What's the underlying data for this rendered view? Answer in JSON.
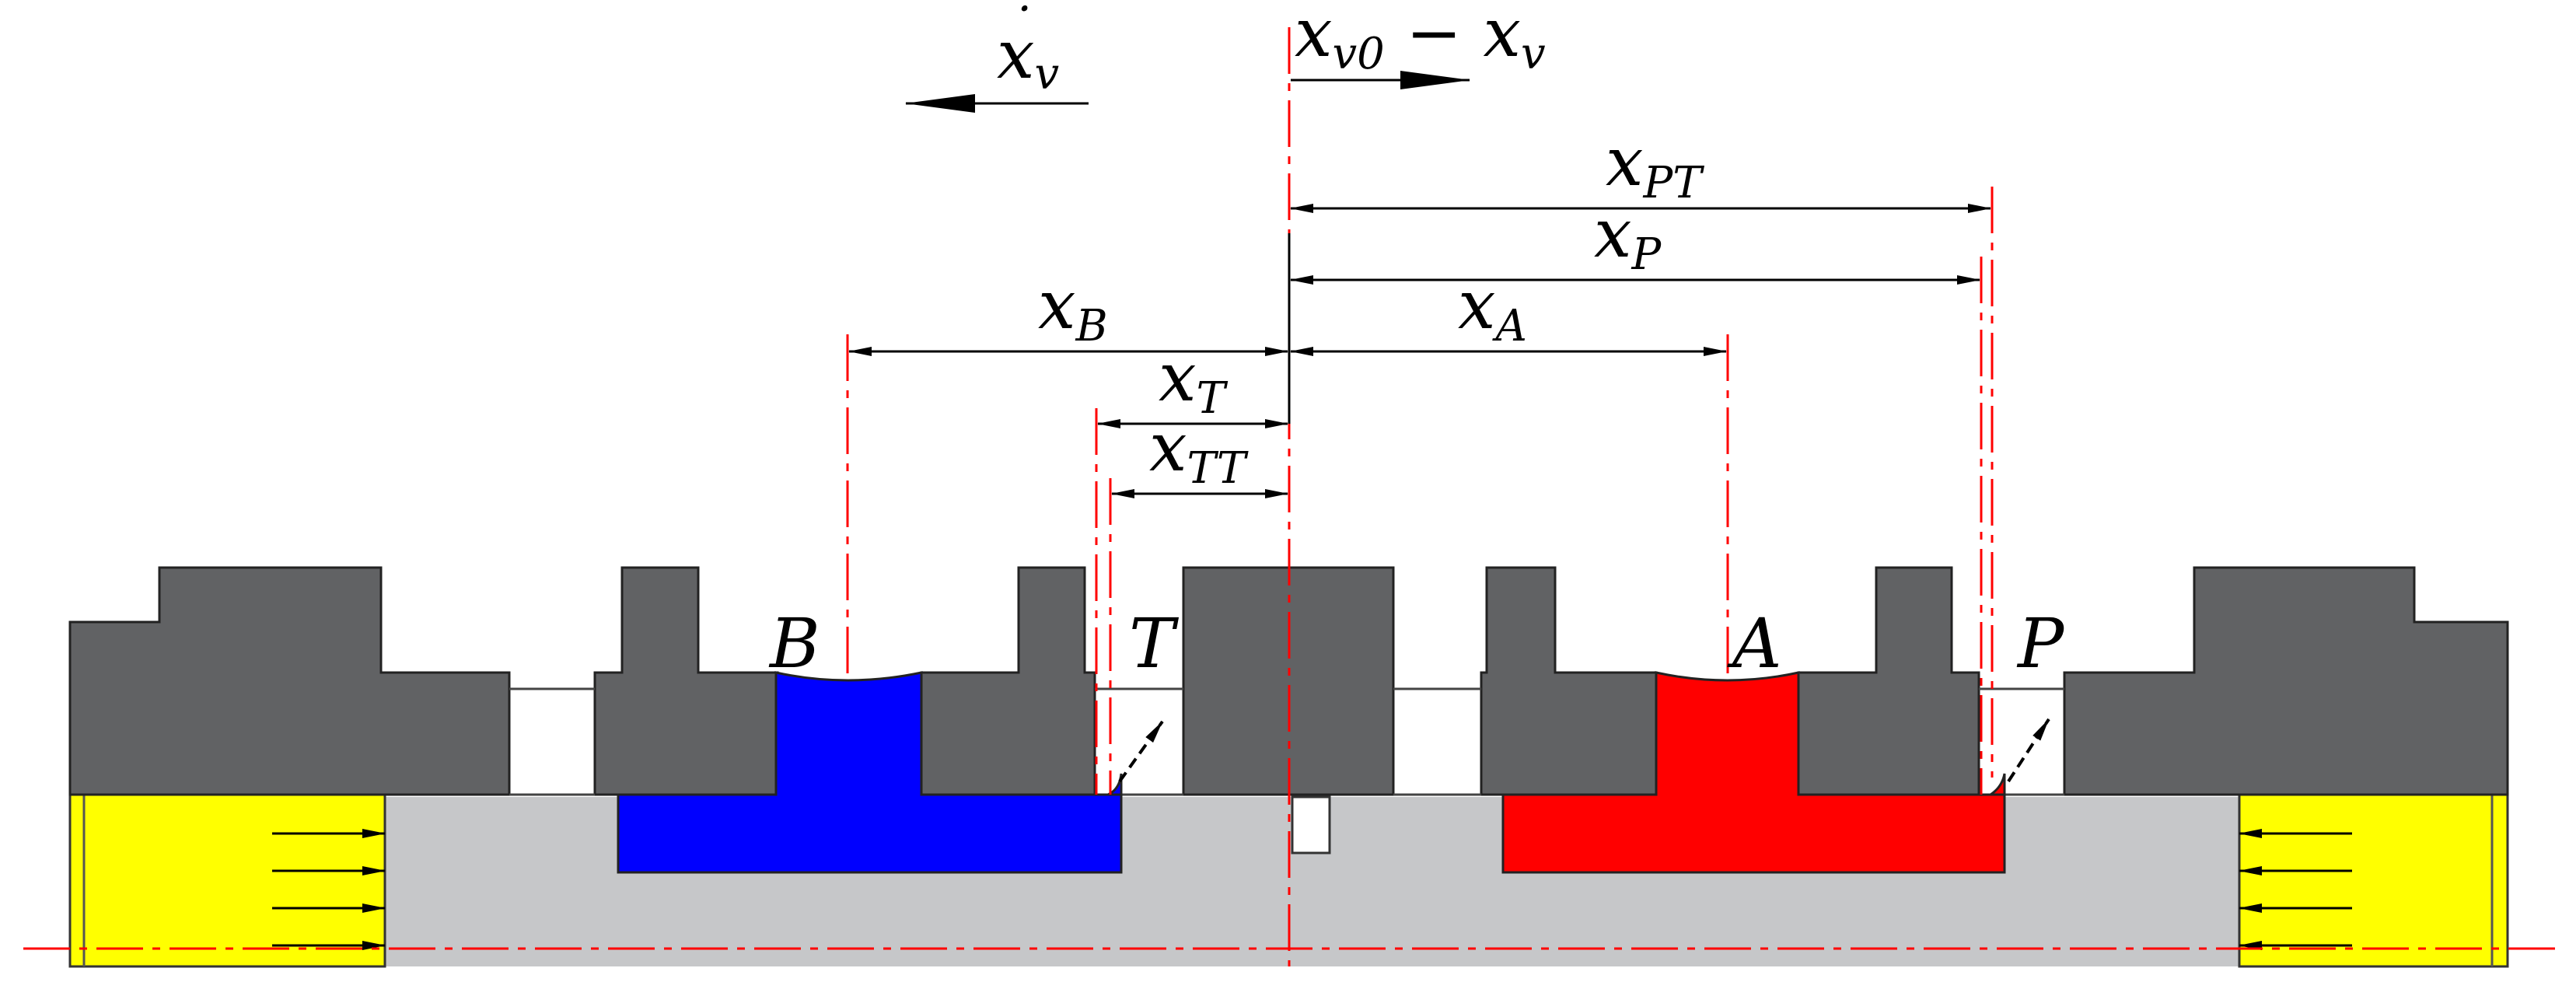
{
  "colors": {
    "body": "#616264",
    "spool": "#c6c7c9",
    "chamber_a": "#ff0000",
    "chamber_b": "#0000ff",
    "end_chamber": "#ffff00",
    "centerline": "#ff0000",
    "dimension": "#000000"
  },
  "ports": {
    "b": "B",
    "t": "T",
    "a": "A",
    "p": "P"
  },
  "dimensions": {
    "velocity": {
      "main": "x",
      "sub": "v",
      "dot": "˙"
    },
    "displacement": {
      "main": "x",
      "sub": "v0",
      "mid": " − x",
      "sub2": "v"
    },
    "x_pt": {
      "main": "x",
      "sub": "PT"
    },
    "x_p": {
      "main": "x",
      "sub": "P"
    },
    "x_b": {
      "main": "x",
      "sub": "B"
    },
    "x_a": {
      "main": "x",
      "sub": "A"
    },
    "x_t": {
      "main": "x",
      "sub": "T"
    },
    "x_tt": {
      "main": "x",
      "sub": "TT"
    }
  }
}
